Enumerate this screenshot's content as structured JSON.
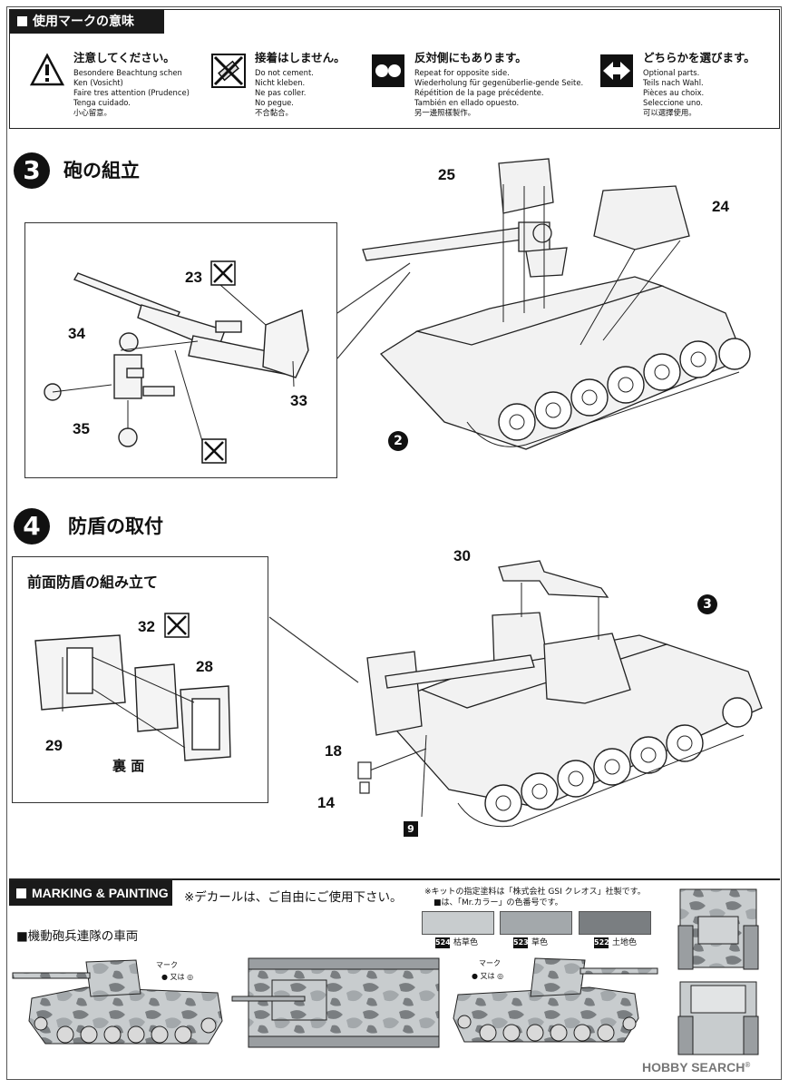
{
  "legend": {
    "title": "使用マークの意味",
    "items": [
      {
        "icon": "caution-icon",
        "jp": "注意してください。",
        "lines": [
          "Besondere Beachtung schen",
          "Ken (Vosicht)",
          "Faire tres attention (Prudence)",
          "Tenga cuidado.",
          "小心留意。"
        ]
      },
      {
        "icon": "no-cement-icon",
        "jp": "接着はしません。",
        "lines": [
          "Do not cement.",
          "Nicht kleben.",
          "Ne pas coller.",
          "No pegue.",
          "不合黏合。"
        ]
      },
      {
        "icon": "opposite-side-icon",
        "jp": "反対側にもあります。",
        "lines": [
          "Repeat for opposite side.",
          "Wiederholung für gegenüberlie-gende Seite.",
          "Répétition de la page précédente.",
          "También en ellado opuesto.",
          "另一邊照樣製作。"
        ]
      },
      {
        "icon": "optional-parts-icon",
        "jp": "どちらかを選びます。",
        "lines": [
          "Optional parts.",
          "Teils nach Wahl.",
          "Pièces au choix.",
          "Seleccione uno.",
          "可以選擇使用。"
        ]
      }
    ]
  },
  "step3": {
    "number": "3",
    "title": "砲の組立",
    "parts": [
      "23",
      "34",
      "33",
      "35",
      "25",
      "24"
    ],
    "ref": "2"
  },
  "step4": {
    "number": "4",
    "title": "防盾の取付",
    "subtitle": "前面防盾の組み立て",
    "back_label": "裏 面",
    "parts": [
      "32",
      "28",
      "29",
      "30",
      "18",
      "14"
    ],
    "ref_circle": "3",
    "ref_square": "9"
  },
  "marking": {
    "title": "MARKING & PAINTING",
    "decal_note": "※デカールは、ご自由にご使用下さい。",
    "paint_note_1": "※キットの指定塗料は「株式会社 GSI クレオス」社製です。",
    "paint_note_2": "■は、「Mr.カラー」の色番号です。",
    "unit_title": "■機動砲兵連隊の車両",
    "mark_label": "マーク",
    "mark_or": "又は",
    "colors": [
      {
        "code": "524",
        "name": "枯草色",
        "hex": "#c8ccce"
      },
      {
        "code": "523",
        "name": "草色",
        "hex": "#a3a8ab"
      },
      {
        "code": "522",
        "name": "土地色",
        "hex": "#7a7e81"
      }
    ]
  },
  "watermark": {
    "text": "HOBBY SEARCH",
    "reg": "®"
  }
}
